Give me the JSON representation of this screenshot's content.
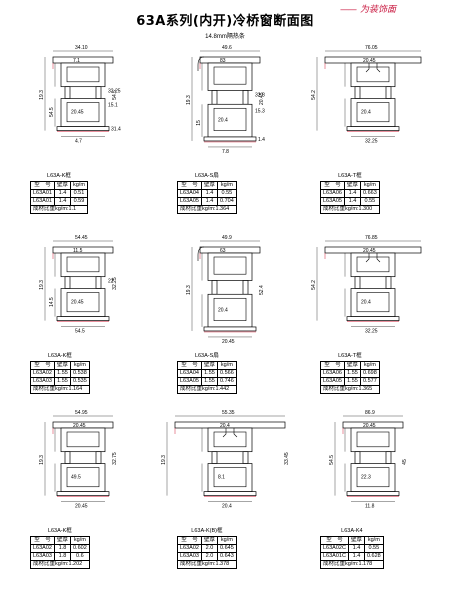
{
  "title": "63A系列(内开)冷桥窗断面图",
  "subtitle": "14.8mm隔热条",
  "legend": {
    "dash": "——",
    "label": "为装饰面",
    "color": "#c8143c"
  },
  "headers": {
    "model": "型　号",
    "thickness": "壁厚",
    "weight": "kg/m",
    "total_prefix": "成材比重kg/m:"
  },
  "profiles": [
    {
      "id": "K",
      "name": "L63A-K框",
      "dims": [
        "34.10",
        "19.3",
        "7.1",
        "20.45",
        "4.7",
        "54.5",
        "32.25",
        "54.5",
        "15.1",
        "31.4"
      ],
      "rows": [
        [
          "L63A01",
          "1.4",
          "0.51"
        ],
        [
          "L63A01",
          "1.4",
          "0.59"
        ]
      ],
      "total": "1.1"
    },
    {
      "id": "S1",
      "name": "L63A-S扇",
      "dims": [
        "49.6",
        "19.3",
        "83",
        "20.4",
        "7.8",
        "20.45",
        "32.8",
        "15",
        "15.3",
        "1.4"
      ],
      "rows": [
        [
          "L63A04",
          "1.4",
          "0.55"
        ],
        [
          "L63A05",
          "1.4",
          "0.704"
        ]
      ],
      "total": "1.364"
    },
    {
      "id": "T1",
      "name": "L63A-T框",
      "dims": [
        "76.05",
        "54.2",
        "20.45",
        "20.4",
        "32.25"
      ],
      "rows": [
        [
          "L63A06",
          "1.4",
          "0.663"
        ],
        [
          "L63A05",
          "1.4",
          "0.55"
        ]
      ],
      "total": "1.300"
    },
    {
      "id": "K2",
      "name": "L63A-K框",
      "dims": [
        "54.45",
        "19.3",
        "11.5",
        "20.45",
        "54.5",
        "32.25",
        "22",
        "14.5"
      ],
      "rows": [
        [
          "L63A02",
          "1.55",
          "0.538"
        ],
        [
          "L63A03",
          "1.55",
          "0.535"
        ]
      ],
      "total": "1.164"
    },
    {
      "id": "S2",
      "name": "L63A-S扇",
      "dims": [
        "49.9",
        "19.3",
        "63",
        "20.4",
        "20.45",
        "52.4"
      ],
      "rows": [
        [
          "L63A04",
          "1.55",
          "0.566"
        ],
        [
          "L63A05",
          "1.55",
          "0.746"
        ]
      ],
      "total": "1.442"
    },
    {
      "id": "T2",
      "name": "L63A-T框",
      "dims": [
        "76.85",
        "54.2",
        "20.45",
        "20.4",
        "32.25"
      ],
      "rows": [
        [
          "L63A06",
          "1.55",
          "0.698"
        ],
        [
          "L63A05",
          "1.55",
          "0.577"
        ]
      ],
      "total": "1.365"
    },
    {
      "id": "K3",
      "name": "L63A-K框",
      "dims": [
        "54.95",
        "19.3",
        "20.45",
        "49.5",
        "20.45",
        "32.75"
      ],
      "rows": [
        [
          "L63A02",
          "1.8",
          "0.602"
        ],
        [
          "L63A03",
          "1.8",
          "0.6"
        ]
      ],
      "total": "1.202"
    },
    {
      "id": "KB",
      "name": "L63A-K(B)框",
      "dims": [
        "55.35",
        "19.3",
        "20.4",
        "8.1",
        "20.4",
        "33.45"
      ],
      "rows": [
        [
          "L63A02",
          "2.0",
          "0.645"
        ],
        [
          "L63A03",
          "2.0",
          "0.643"
        ]
      ],
      "total": "1.378"
    },
    {
      "id": "K4",
      "name": "L63A-K4",
      "dims": [
        "86.9",
        "54.5",
        "20.45",
        "22.3",
        "11.8",
        "45"
      ],
      "rows": [
        [
          "L63A02C",
          "1.4",
          "0.55"
        ],
        [
          "L63A01C",
          "1.4",
          "0.628"
        ]
      ],
      "total": "1.178"
    }
  ]
}
